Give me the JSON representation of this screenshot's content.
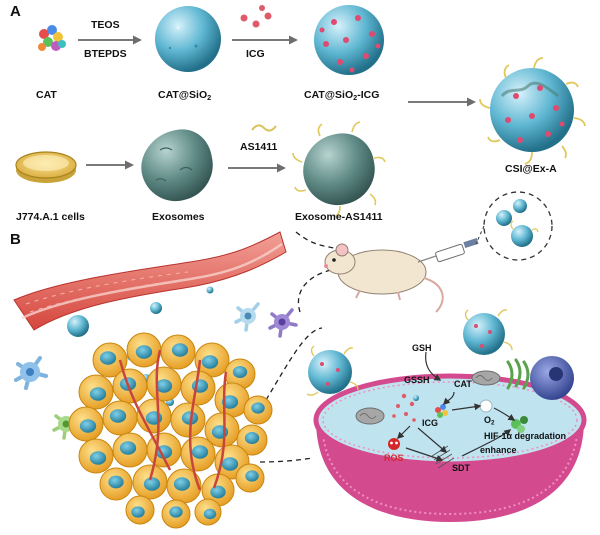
{
  "panel_a": {
    "label": "A",
    "reagents": {
      "teos": "TEOS",
      "btepds": "BTEPDS",
      "icg": "ICG",
      "as1411": "AS1411"
    },
    "stages": {
      "cat": "CAT",
      "cat_sio2_main": "CAT@SiO",
      "cat_sio2_sub": "2",
      "cat_sio2_icg_main": "CAT@SiO",
      "cat_sio2_icg_sub": "2",
      "cat_sio2_icg_suffix": "-ICG",
      "cells": "J774.A.1 cells",
      "exosomes": "Exosomes",
      "exosome_as1411": "Exosome-AS1411",
      "final": "CSI@Ex-A"
    }
  },
  "panel_b": {
    "label": "B",
    "cell_labels": {
      "gsh": "GSH",
      "gssh": "GSSH",
      "cat": "CAT",
      "icg": "ICG",
      "o2_main": "O",
      "o2_sub": "2",
      "hif": "HIF-1α degradation",
      "ros": "ROS",
      "sdt": "SDT",
      "enhance": "enhance"
    }
  },
  "colors": {
    "nanoparticle": "#5fb7d2",
    "exosome": "#5f8a86",
    "vessel": "#e5655b",
    "tumor_cell": "#f3b435",
    "nucleus": "#2f95b5",
    "cell_membrane": "#d44a8f",
    "cytoplasm": "#bfe4f0",
    "ros": "#d62728"
  }
}
